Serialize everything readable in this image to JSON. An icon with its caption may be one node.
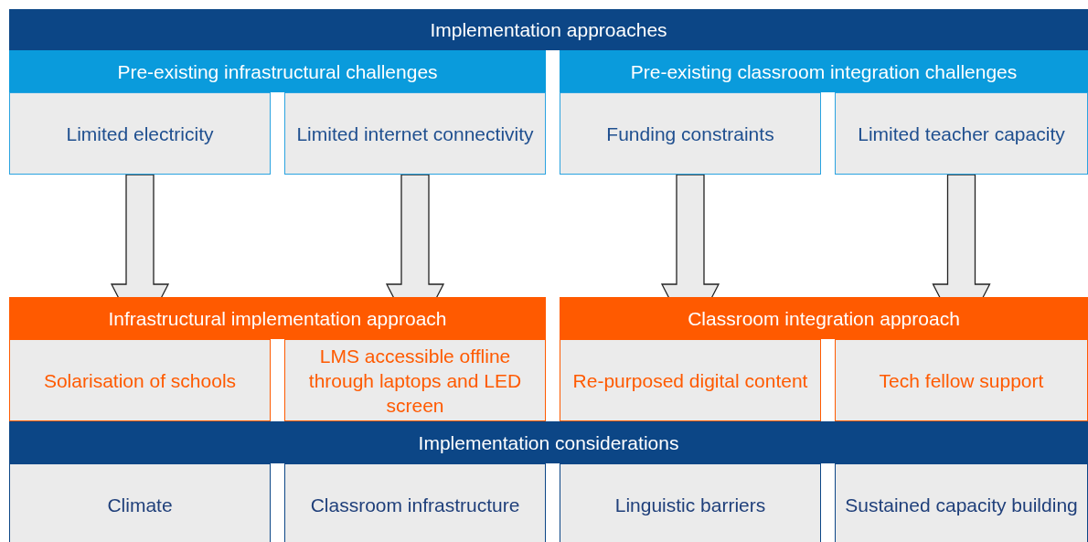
{
  "diagram": {
    "nodes": [
      {
        "text": [
          "Implementation approaches"
        ]
      },
      {
        "text": [
          "Pre-existing infrastructural challenges"
        ]
      },
      {
        "text": [
          "Pre-existing classroom integration challenges"
        ]
      },
      {
        "text": [
          "Limited electricity"
        ]
      },
      {
        "text": [
          "Limited internet connectivity"
        ]
      },
      {
        "text": [
          "Funding constraints"
        ]
      },
      {
        "text": [
          "Limited teacher capacity"
        ]
      },
      {
        "text": [
          "Infrastructural implementation approach"
        ]
      },
      {
        "text": [
          "Classroom integration approach"
        ]
      },
      {
        "text": [
          "Solarisation of schools"
        ]
      },
      {
        "text": [
          "LMS accessible offline through laptops and LED screen"
        ]
      },
      {
        "text": [
          "Re-purposed digital content"
        ]
      },
      {
        "text": [
          "Tech fellow support"
        ]
      },
      {
        "text": [
          "Implementation considerations"
        ]
      },
      {
        "text": [
          "Climate"
        ]
      },
      {
        "text": [
          "Classroom infrastructure"
        ]
      },
      {
        "text": [
          "Linguistic barriers"
        ]
      },
      {
        "text": [
          "Sustained capacity building"
        ]
      }
    ],
    "edges": [
      {
        "from": 3,
        "to": 9,
        "arrow": "to"
      },
      {
        "from": 4,
        "to": 10,
        "arrow": "to"
      },
      {
        "from": 5,
        "to": 11,
        "arrow": "to"
      },
      {
        "from": 6,
        "to": 12,
        "arrow": "to"
      }
    ]
  }
}
